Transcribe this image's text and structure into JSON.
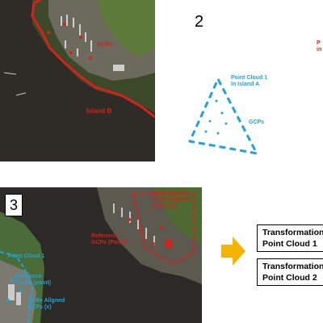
{
  "panel1": {
    "label_gcps": "GCPs",
    "label_island": "Island B"
  },
  "panel2": {
    "number": "2",
    "title_line1": "Point Cloud 1",
    "title_line2": "In Island A",
    "label_gcps": "GCPs",
    "clip_red": "P",
    "clip_red2": "in"
  },
  "panel3": {
    "number": "3",
    "label_ref_gcps_line1": "Reference",
    "label_ref_gcps_line2": "GCPs (Point)",
    "label_pc1": "Point Cloud 1",
    "label_ref_line1": "Reference",
    "label_ref_line2": "Points (point)",
    "label_aligned_line1": "To Be Aligned",
    "label_aligned_line2": "GCPs (x)",
    "label_top1": "Point Cloud 2",
    "label_top2": "To Be Aligned",
    "label_top3": "GCPs (x)"
  },
  "panel4": {
    "card1_line1": "Transformation",
    "card1_line2": "Point Cloud 1",
    "card2_line1": "Transformation",
    "card2_line2": "Point Cloud 2"
  },
  "colors": {
    "water": "#2c2a27",
    "land": "#4f6a34",
    "red": "#d8201c",
    "blue": "#1fa3d9",
    "arrow": "#f4b400"
  }
}
